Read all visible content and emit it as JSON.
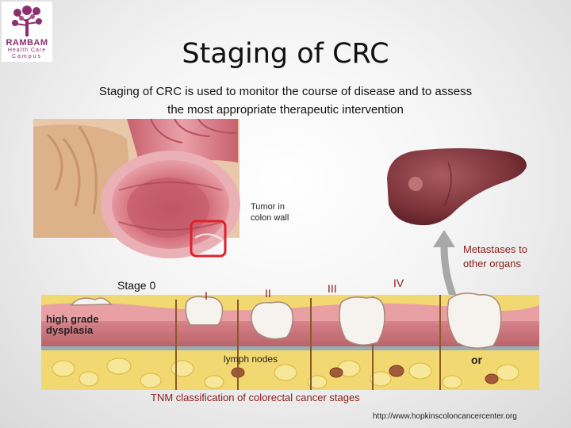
{
  "logo": {
    "line1": "RAMBAM",
    "line2": "Health Care",
    "line3": "Campus",
    "color": "#8b2f6e"
  },
  "title": "Staging of CRC",
  "subtitle": "Staging of CRC is used to monitor the course of disease and to assess the most appropriate therapeutic intervention",
  "labels": {
    "tumor": "Tumor in colon wall",
    "metastases": "Metastases to other organs",
    "high_grade_dysplasia": "high grade dysplasia",
    "lymph_nodes": "lymph nodes",
    "or": "or"
  },
  "stages": [
    "Stage 0",
    "I",
    "II",
    "III",
    "IV"
  ],
  "caption": "TNM classification of colorectal cancer stages",
  "source": "http://www.hopkinscoloncancercenter.org",
  "colors": {
    "colon": "#d9808a",
    "liver": "#7a3138",
    "fat": "#e9cf58",
    "highlight_box": "#e0202a",
    "stage_label": "#8b1a1a"
  },
  "icons": [
    "tree-icon"
  ]
}
